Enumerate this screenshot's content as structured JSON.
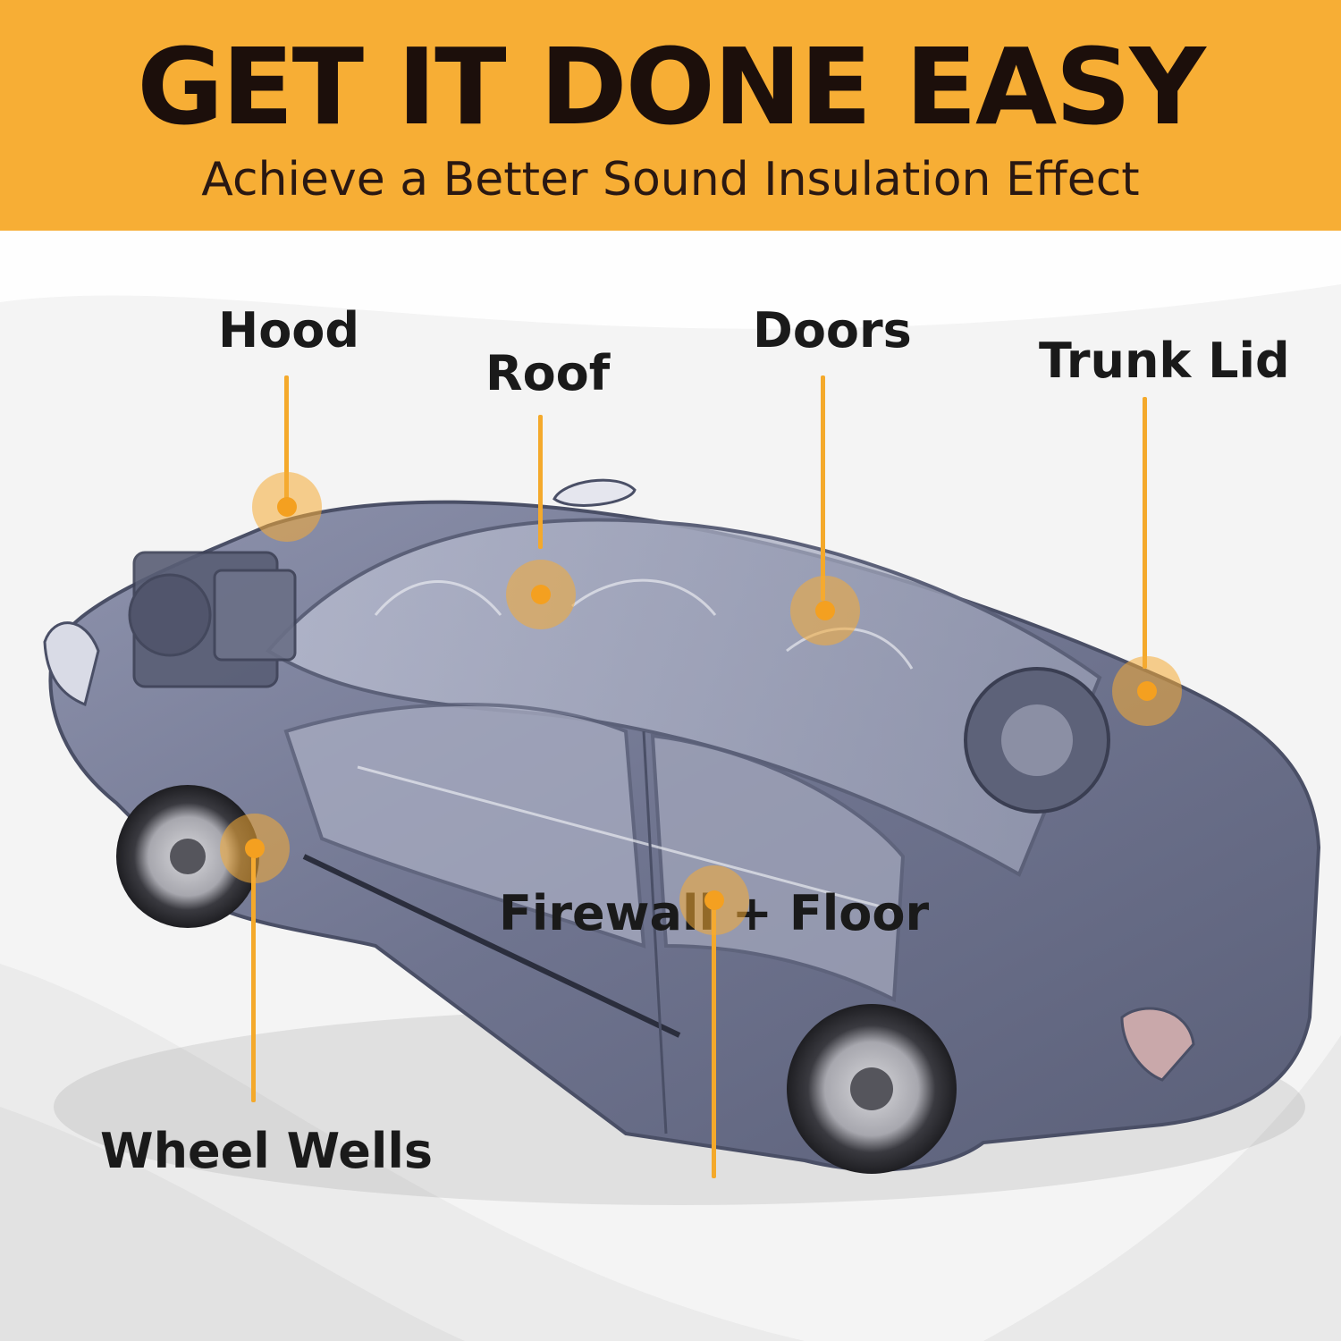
{
  "banner": {
    "headline": "GET IT DONE EASY",
    "subhead": "Achieve a Better Sound Insulation Effect",
    "color": "#f7ae35"
  },
  "areas": {
    "hood": "Hood",
    "roof": "Roof",
    "doors": "Doors",
    "trunk_lid": "Trunk Lid",
    "wheel_wells": "Wheel Wells",
    "firewall_floor": "Firewall + Floor"
  },
  "accent_color": "#f4a92b",
  "illustration": "car-cutaway-icon"
}
